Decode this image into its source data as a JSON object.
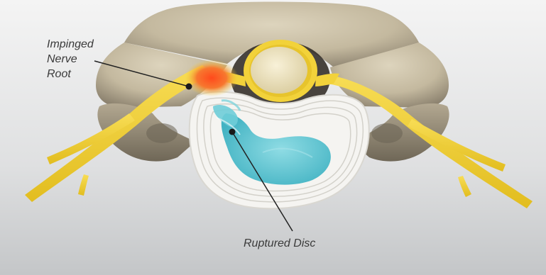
{
  "labels": {
    "impinged_nerve_root": [
      "Impinged",
      "Nerve",
      "Root"
    ],
    "ruptured_disc": "Ruptured Disc"
  },
  "colors": {
    "background_top": "#f1f1f1",
    "background_bottom": "#c9cbcd",
    "bone": "#c9bfa8",
    "bone_shadow": "#8f8674",
    "nerve": "#f2d23a",
    "nerve_inflamed": "#f0552a",
    "spinal_cord": "#f0e6c6",
    "disc_ring": "#f7f7f5",
    "disc_nucleus": "#5cc4d0",
    "callout_line": "#222222",
    "label_text": "#3a3a3a"
  }
}
